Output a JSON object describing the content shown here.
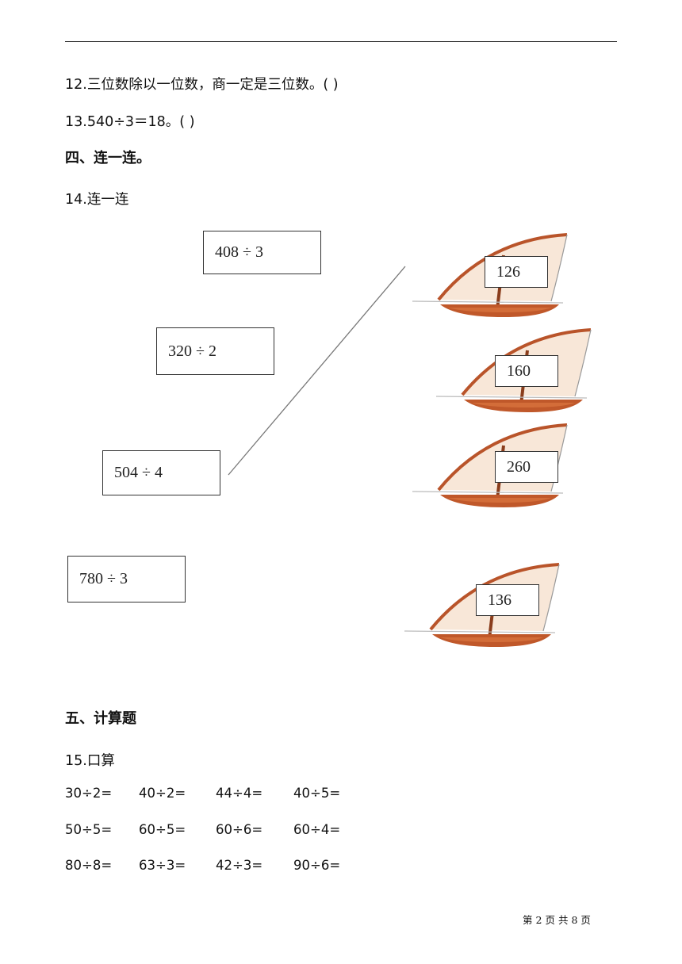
{
  "questions": {
    "q12": "12.三位数除以一位数，商一定是三位数。(      )",
    "q13": "13.540÷3＝18。(      )"
  },
  "section4": {
    "title": "四、连一连。",
    "q14_title": "14.连一连"
  },
  "matching": {
    "expressions": [
      "408 ÷ 3",
      "320 ÷ 2",
      "504 ÷ 4",
      "780 ÷ 3"
    ],
    "answers": [
      "126",
      "160",
      "260",
      "136"
    ]
  },
  "section5": {
    "title": "五、计算题",
    "q15_title": "15.口算"
  },
  "mental_math": [
    [
      "30÷2=",
      "40÷2=",
      "44÷4=",
      "40÷5="
    ],
    [
      "50÷5=",
      "60÷5=",
      "60÷6=",
      "60÷4="
    ],
    [
      "80÷8=",
      "63÷3=",
      "42÷3=",
      "90÷6="
    ]
  ],
  "footer": {
    "prefix": "第",
    "page": "2",
    "mid": "页  共",
    "total": "8",
    "suffix": "页"
  },
  "colors": {
    "hull": "#c0582a",
    "sail": "#f3d3b8",
    "rigging": "#b9542a"
  }
}
